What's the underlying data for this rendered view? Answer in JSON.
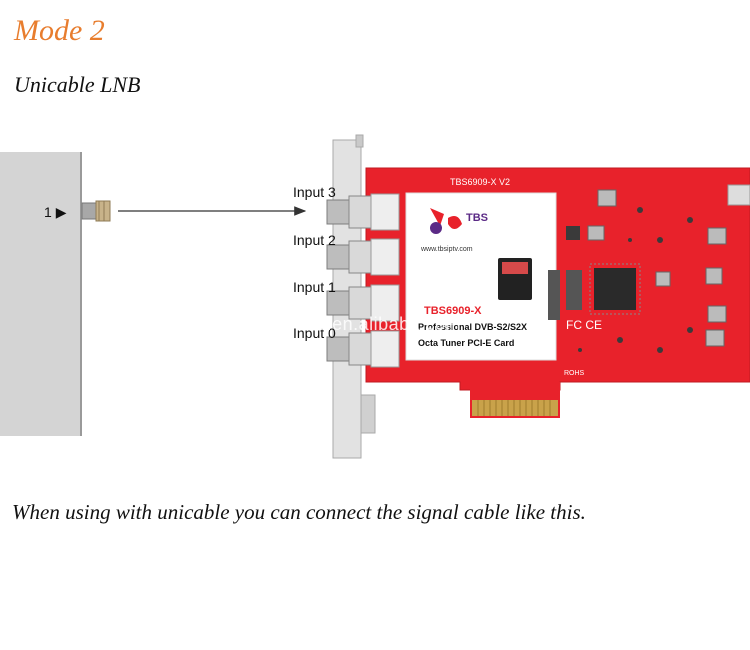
{
  "title": "Mode 2",
  "subtitle": "Unicable LNB",
  "caption": "When using with unicable you can connect the signal cable like this.",
  "lnb": {
    "port_label": "1"
  },
  "inputs": [
    {
      "label": "Input 3"
    },
    {
      "label": "Input 2"
    },
    {
      "label": "Input 1"
    },
    {
      "label": "Input 0"
    }
  ],
  "card": {
    "model_print": "TBS6909-X V2",
    "sticker_brand": "TBS",
    "sticker_url": "www.tbsiptv.com",
    "sticker_model": "TBS6909-X",
    "sticker_line1": "Professional DVB-S2/S2X",
    "sticker_line2": "Octa Tuner PCI-E Card",
    "fc_mark": "FC CE",
    "rohs_mark": "ROHS"
  },
  "watermark": "rongjiayizhao.en.alibaba.com",
  "colors": {
    "title": "#e87d2e",
    "card_red": "#e8222b",
    "gold": "#c9a24a",
    "panel_gray": "#d4d4d4"
  }
}
